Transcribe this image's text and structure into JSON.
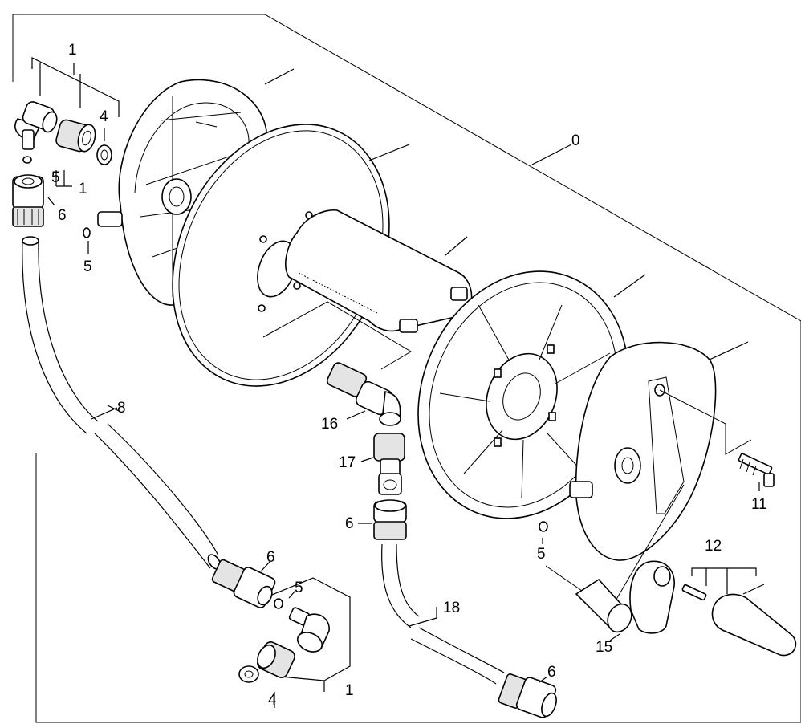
{
  "labels": {
    "l0": "0",
    "l1a": "1",
    "l1b": "1",
    "l1c": "1",
    "l4a": "4",
    "l4b": "4",
    "l5a": "5",
    "l5b": "5",
    "l5c": "5",
    "l5d": "5",
    "l6a": "6",
    "l6b": "6",
    "l6c": "6",
    "l6d": "6",
    "l8": "8",
    "l11": "11",
    "l12": "12",
    "l15": "15",
    "l16": "16",
    "l17": "17",
    "l18": "18"
  },
  "colors": {
    "stroke": "#000000",
    "shade": "#e4e4e4",
    "background": "#ffffff"
  }
}
